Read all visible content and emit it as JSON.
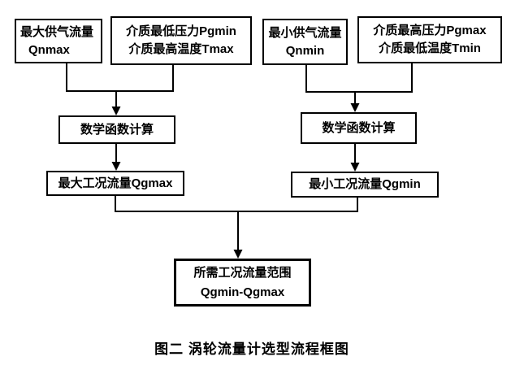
{
  "diagram": {
    "caption": "图二  涡轮流量计选型流程框图",
    "left_branch": {
      "input_flow": {
        "line1": "最大供气流量",
        "line2": "Qnmax"
      },
      "input_media": {
        "line1": "介质最低压力Pgmin",
        "line2": "介质最高温度Tmax"
      },
      "process": "数学函数计算",
      "result": "最大工况流量Qgmax"
    },
    "right_branch": {
      "input_flow": {
        "line1": "最小供气流量",
        "line2": "Qnmin"
      },
      "input_media": {
        "line1": "介质最高压力Pgmax",
        "line2": "介质最低温度Tmin"
      },
      "process": "数学函数计算",
      "result": "最小工况流量Qgmin"
    },
    "final_output": {
      "line1": "所需工况流量范围",
      "line2": "Qgmin-Qgmax"
    }
  },
  "colors": {
    "line": "#000000",
    "background": "#ffffff",
    "text": "#000000"
  }
}
